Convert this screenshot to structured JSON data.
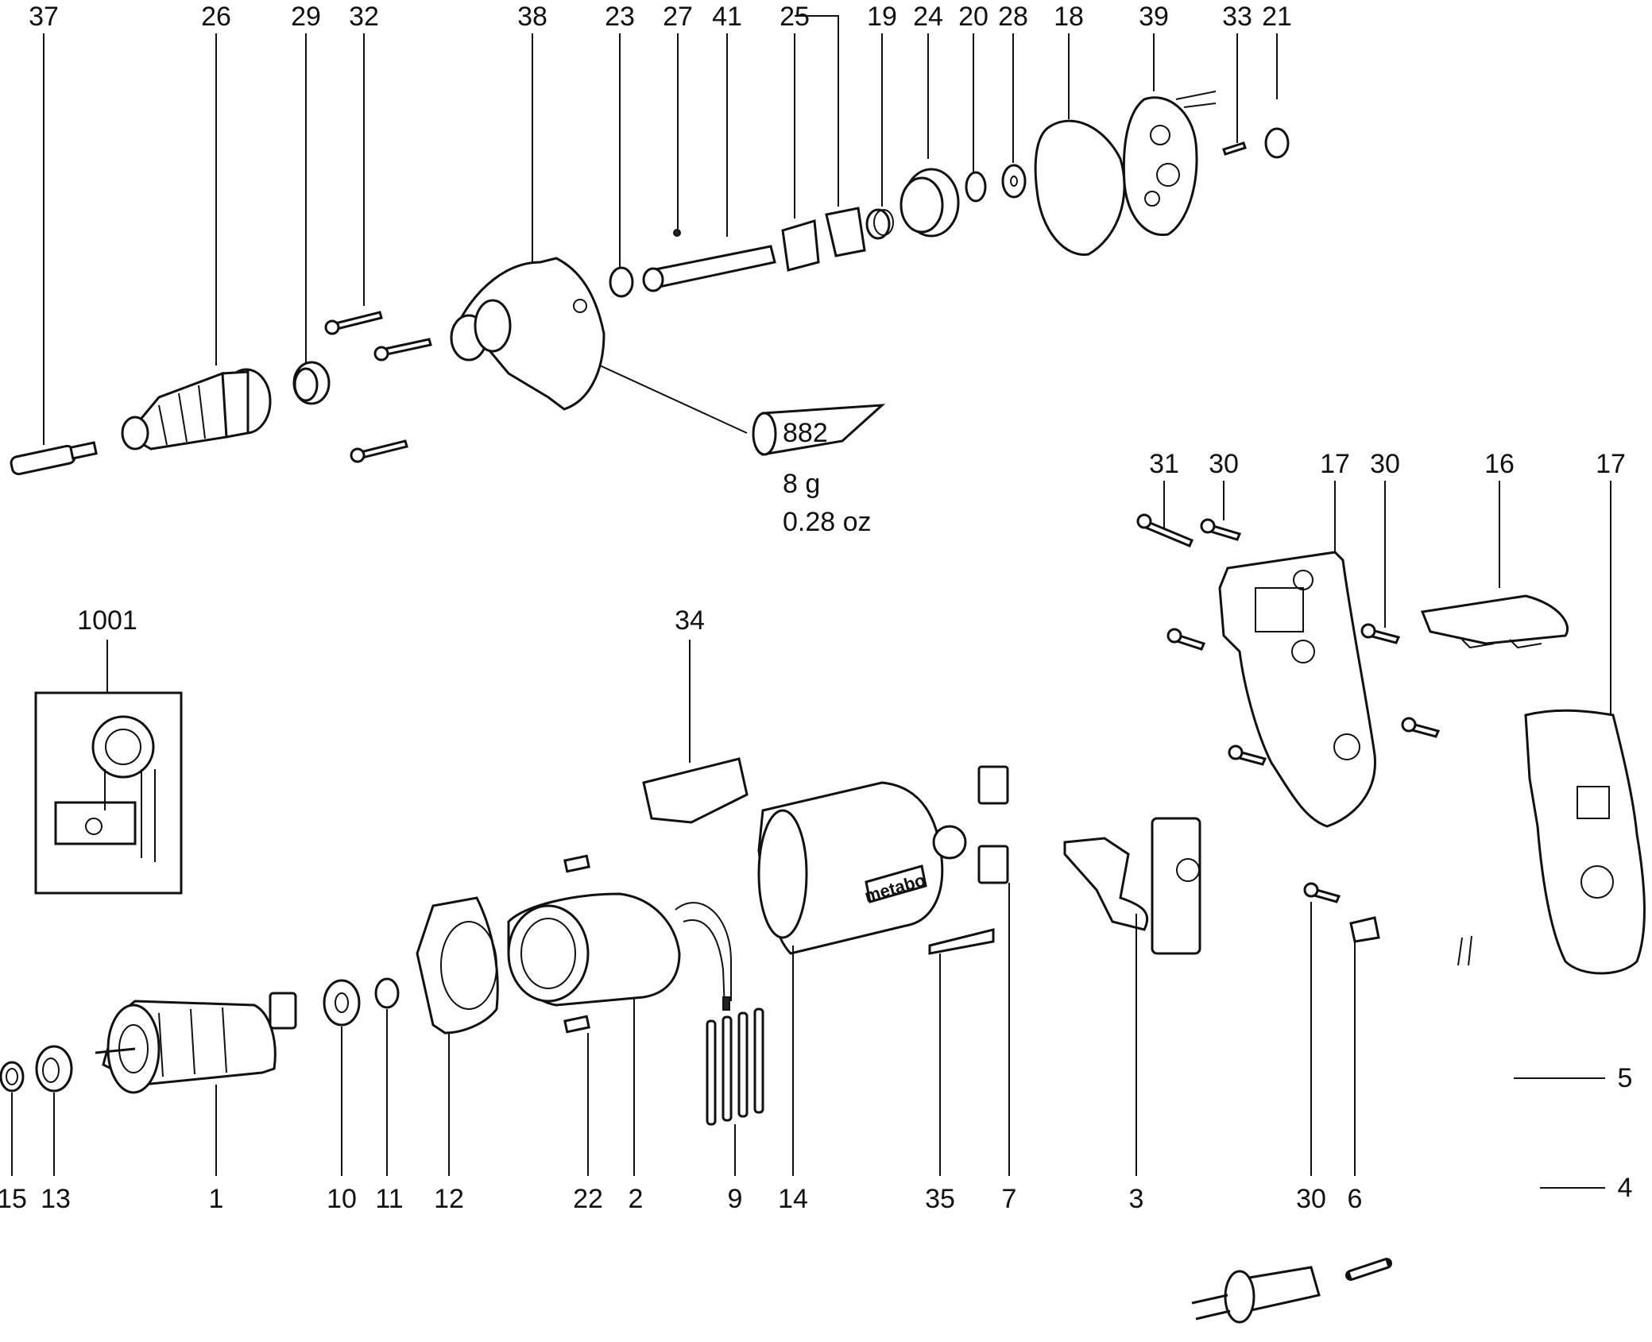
{
  "diagram": {
    "labels_top": [
      "37",
      "26",
      "29",
      "32",
      "38",
      "23",
      "27",
      "41",
      "25",
      "19",
      "24",
      "20",
      "28",
      "18",
      "39",
      "33",
      "21"
    ],
    "labels_bottom": [
      "15",
      "13",
      "1",
      "10",
      "11",
      "12",
      "22",
      "2",
      "9",
      "14",
      "35",
      "7",
      "3",
      "30",
      "6"
    ],
    "labels_right_mid": [
      "31",
      "30",
      "17",
      "30",
      "16",
      "17"
    ],
    "label_34": "34",
    "label_1001": "1001",
    "label_5": "5",
    "label_4": "4",
    "grease": {
      "code": "882",
      "weight_g": "8 g",
      "weight_oz": "0.28 oz"
    },
    "brand": "metabo"
  }
}
